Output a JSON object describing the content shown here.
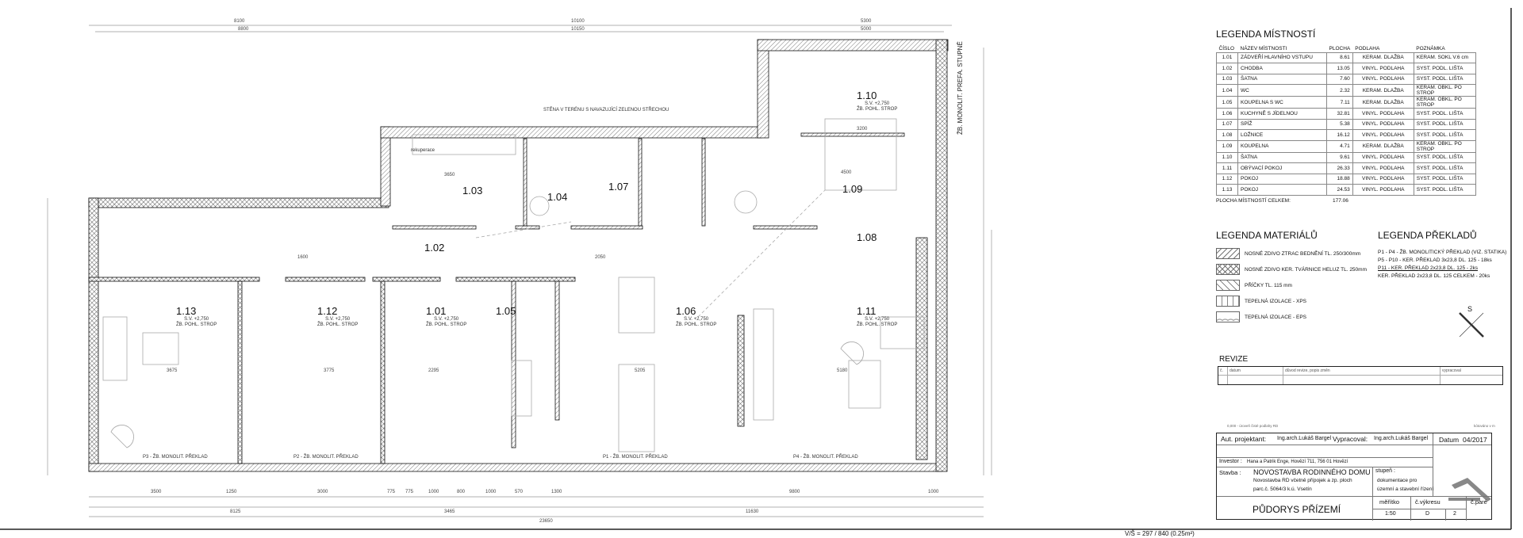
{
  "plan": {
    "rooms": [
      {
        "id": "1.13",
        "sub1": "S.V. +2,750",
        "sub2": "ŽB. POHL. STROP"
      },
      {
        "id": "1.12",
        "sub1": "S.V. +2,750",
        "sub2": "ŽB. POHL. STROP"
      },
      {
        "id": "1.01",
        "sub1": "S.V. +2,750",
        "sub2": "ŽB. POHL. STROP"
      },
      {
        "id": "1.05",
        "sub1": "",
        "sub2": ""
      },
      {
        "id": "1.06",
        "sub1": "S.V. +2,750",
        "sub2": "ŽB. POHL. STROP"
      },
      {
        "id": "1.11",
        "sub1": "S.V. +2,750",
        "sub2": "ŽB. POHL. STROP"
      },
      {
        "id": "1.02",
        "sub1": "",
        "sub2": ""
      },
      {
        "id": "1.03",
        "sub1": "",
        "sub2": ""
      },
      {
        "id": "1.04",
        "sub1": "",
        "sub2": ""
      },
      {
        "id": "1.07",
        "sub1": "",
        "sub2": ""
      },
      {
        "id": "1.09",
        "sub1": "",
        "sub2": ""
      },
      {
        "id": "1.10",
        "sub1": "S.V. +2,750",
        "sub2": "ŽB. POHL. STROP"
      },
      {
        "id": "1.08",
        "sub1": "",
        "sub2": ""
      }
    ],
    "notes": {
      "wall_in_terrain": "STĚNA V TERÉNU S NAVAZUJÍCÍ ZELENOU STŘECHOU",
      "lintel_p1": "P1 - ŽB. MONOLIT. PŘEKLAD",
      "lintel_p2": "P2 - ŽB. MONOLIT. PŘEKLAD",
      "lintel_p3": "P3 - ŽB. MONOLIT. PŘEKLAD",
      "lintel_p4": "P4 - ŽB. MONOLIT. PŘEKLAD",
      "monolit_stupne": "ŽB. MONOLIT. PREFA. STUPNĚ",
      "rekuperace": "rekuperace"
    },
    "dims_top_1": [
      "8100",
      "10100",
      "5300"
    ],
    "dims_top_2": [
      "8800",
      "10150",
      "5000"
    ],
    "dims_bottom_1": [
      "3500",
      "1250",
      "3000",
      "775",
      "775",
      "1000",
      "800",
      "1000",
      "570",
      "1300",
      "9800",
      "1000"
    ],
    "dims_bottom_2": [
      "8125",
      "3465",
      "11630"
    ],
    "dims_bottom_total": "23650",
    "dims_inner": [
      "3675",
      "3775",
      "2295",
      "5205",
      "5180",
      "3650",
      "4500",
      "3200",
      "2050",
      "1600"
    ]
  },
  "legend_rooms": {
    "title": "LEGENDA MÍSTNOSTÍ",
    "headers": [
      "ČÍSLO",
      "NÁZEV MÍSTNOSTI",
      "PLOCHA",
      "PODLAHA",
      "POZNÁMKA"
    ],
    "rows": [
      [
        "1.01",
        "ZÁDVEŘÍ HLAVNÍHO VSTUPU",
        "8.61",
        "KERAM. DLAŽBA",
        "KERAM. SOKL V.6 cm"
      ],
      [
        "1.02",
        "CHODBA",
        "13.05",
        "VINYL. PODLAHA",
        "SYST. PODL. LIŠTA"
      ],
      [
        "1.03",
        "ŠATNA",
        "7.60",
        "VINYL. PODLAHA",
        "SYST. PODL. LIŠTA"
      ],
      [
        "1.04",
        "WC",
        "2.32",
        "KERAM. DLAŽBA",
        "KERAM. OBKL. PO STROP"
      ],
      [
        "1.05",
        "KOUPELNA S WC",
        "7.11",
        "KERAM. DLAŽBA",
        "KERAM. OBKL. PO STROP"
      ],
      [
        "1.06",
        "KUCHYNĚ S JÍDELNOU",
        "32.81",
        "VINYL. PODLAHA",
        "SYST. PODL. LIŠTA"
      ],
      [
        "1.07",
        "SPÍŽ",
        "5.38",
        "VINYL. PODLAHA",
        "SYST. PODL. LIŠTA"
      ],
      [
        "1.08",
        "LOŽNICE",
        "16.12",
        "VINYL. PODLAHA",
        "SYST. PODL. LIŠTA"
      ],
      [
        "1.09",
        "KOUPELNA",
        "4.71",
        "KERAM. DLAŽBA",
        "KERAM. OBKL. PO STROP"
      ],
      [
        "1.10",
        "ŠATNA",
        "9.61",
        "VINYL. PODLAHA",
        "SYST. PODL. LIŠTA"
      ],
      [
        "1.11",
        "OBÝVACÍ POKOJ",
        "26.33",
        "VINYL. PODLAHA",
        "SYST. PODL. LIŠTA"
      ],
      [
        "1.12",
        "POKOJ",
        "18.88",
        "VINYL. PODLAHA",
        "SYST. PODL. LIŠTA"
      ],
      [
        "1.13",
        "POKOJ",
        "24.53",
        "VINYL. PODLAHA",
        "SYST. PODL. LIŠTA"
      ]
    ],
    "total_label": "PLOCHA MÍSTNOSTÍ CELKEM:",
    "total_value": "177.06"
  },
  "legend_materials": {
    "title": "LEGENDA MATERIÁLŮ",
    "items": [
      {
        "label": "NOSNÉ ZDIVO ZTRAC BEDNĚNÍ TL. 250/300mm",
        "pattern": "diag"
      },
      {
        "label": "NOSNÉ ZDIVO KER. TVÁRNICE HELUZ TL. 250mm",
        "pattern": "cross"
      },
      {
        "label": "PŘÍČKY TL. 115 mm",
        "pattern": "diag2"
      },
      {
        "label": "TEPELNÁ IZOLACE - XPS",
        "pattern": "xps"
      },
      {
        "label": "TEPELNÁ IZOLACE - EPS",
        "pattern": "eps"
      }
    ]
  },
  "legend_lintels": {
    "title": "LEGENDA PŘEKLADŮ",
    "lines": [
      "P1 - P4 - ŽB. MONOLITICKÝ PŘEKLAD (VIZ. STATIKA)",
      "P5 - P10 - KER. PŘEKLAD 3x23,8 DL. 125 - 18ks",
      "P11 - KER. PŘEKLAD 2x23,8 DL. 125 - 2ks",
      "KER. PŘEKLAD 2x23,8 DL. 125  CELKEM - 20ks"
    ]
  },
  "north_arrow": {
    "label": "S"
  },
  "revisions": {
    "title": "REVIZE",
    "headers": [
      "č.",
      "datum",
      "důvod revize, popis změn",
      "vypracoval"
    ]
  },
  "title_block": {
    "level_note": "0,000 - úroveň čisté podlahy RD",
    "units_note": "kótováno v m",
    "author_label": "Aut. projektant:",
    "author": "Ing.arch.Lukáš Bargel",
    "prepared_label": "Vypracoval:",
    "prepared": "Ing.arch.Lukáš Bargel",
    "date_label": "Datum",
    "date": "04/2017",
    "investor_label": "Investor :",
    "investor": "Hana a Patrik Enge, Hovězí 711, 756 01 Hovězí",
    "building_label": "Stavba :",
    "building": "NOVOSTAVBA RODINNÉHO DOMU",
    "building_line2": "Novostavba RD včetně přípojek a zp. ploch",
    "building_line3": "parc.č. 5064/3 k.ú. Vsetín",
    "stage_label": "stupeň :",
    "stage_line1": "dokumentace pro",
    "stage_line2": "územní a stavební řízení",
    "drawing_title": "PŮDORYS PŘÍZEMÍ",
    "scale_label": "měřítko",
    "scale": "1:50",
    "drawing_no_label": "č.výkresu",
    "drawing_letter": "D",
    "drawing_no": "2",
    "copy_label": "č.paré"
  },
  "footer": "V/Š = 297 / 840 (0.25m²)"
}
